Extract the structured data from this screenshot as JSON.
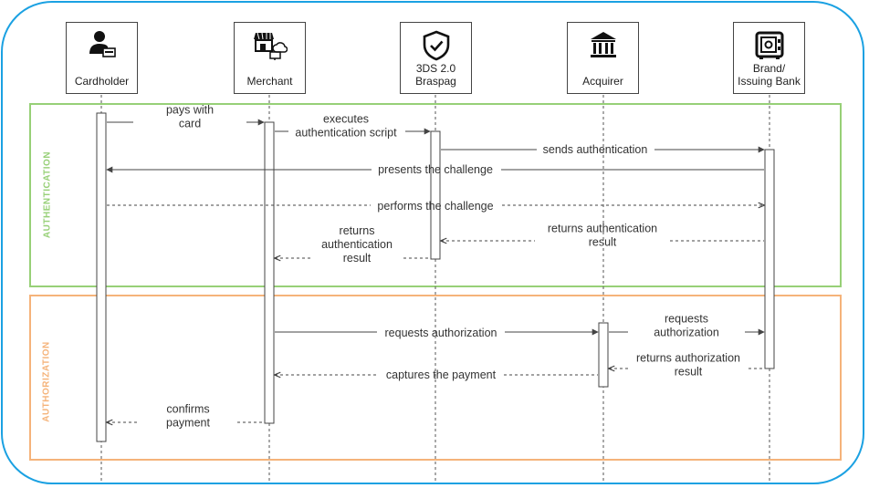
{
  "actors": [
    {
      "id": "cardholder",
      "label": "Cardholder"
    },
    {
      "id": "merchant",
      "label": "Merchant"
    },
    {
      "id": "braspag",
      "label": "3DS 2.0\nBraspag"
    },
    {
      "id": "acquirer",
      "label": "Acquirer"
    },
    {
      "id": "bank",
      "label": "Brand/\nIssuing Bank"
    }
  ],
  "sections": {
    "authentication": {
      "label": "AUTHENTICATION",
      "color": "#97d077"
    },
    "authorization": {
      "label": "AUTHORIZATION",
      "color": "#f5b37a"
    }
  },
  "messages": [
    {
      "label": "pays with\ncard",
      "style": "solid"
    },
    {
      "label": "executes\nauthentication script",
      "style": "solid"
    },
    {
      "label": "sends authentication",
      "style": "solid"
    },
    {
      "label": "presents the challenge",
      "style": "solid"
    },
    {
      "label": "performs the challenge",
      "style": "dashed"
    },
    {
      "label": "returns authentication\nresult",
      "style": "dashed"
    },
    {
      "label": "returns\nauthentication\nresult",
      "style": "dashed"
    },
    {
      "label": "requests authorization",
      "style": "solid"
    },
    {
      "label": "requests\nauthorization",
      "style": "solid"
    },
    {
      "label": "returns authorization\nresult",
      "style": "dashed"
    },
    {
      "label": "captures the payment",
      "style": "dashed"
    },
    {
      "label": "confirms\npayment",
      "style": "dashed"
    }
  ],
  "colors": {
    "border": "#1ba1e2",
    "line": "#444444",
    "lifeline": "#555555"
  }
}
